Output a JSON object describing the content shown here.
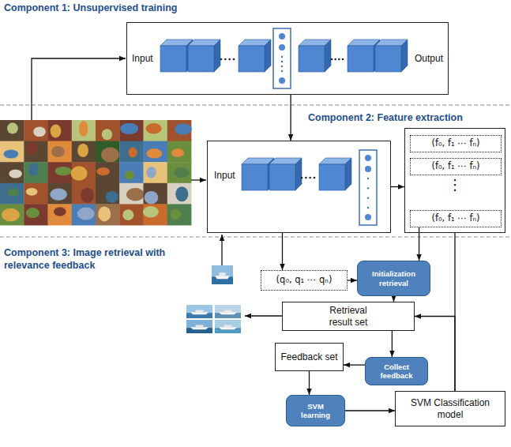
{
  "diagram": {
    "nodes": [
      {
        "text": [
          "Input",
          "Output"
        ]
      },
      {
        "text": [
          "Input"
        ]
      },
      {
        "text": [
          "⋮"
        ]
      },
      {
        "text": [
          "(f₀, f₁ ⋯ fₙ)"
        ],
        "in": 2
      },
      {
        "text": [
          "(f₀, f₁ ⋯ fₙ)"
        ],
        "in": 2
      },
      {
        "text": [
          "(f₀, f₁ ⋯ fₙ)"
        ],
        "in": 2
      },
      {
        "text": [
          "(q₀, q₁ ⋯ qₙ)"
        ]
      },
      {
        "text": [
          "Initialization retrieval"
        ]
      },
      {
        "text": [
          "Retrieval result set"
        ]
      },
      {
        "text": [
          "Feedback set"
        ]
      },
      {
        "text": [
          "Collect feedback"
        ]
      },
      {
        "text": [
          "SVM learning"
        ]
      },
      {
        "text": [
          "SVM Classification model"
        ]
      }
    ],
    "edges": [
      {
        "from": 0,
        "to": 1,
        "arrow": "to"
      },
      {
        "from": 1,
        "to": 6,
        "arrow": "to"
      },
      {
        "from": 1,
        "to": 2,
        "arrow": "to"
      },
      {
        "from": 5,
        "to": 7,
        "arrow": "to"
      },
      {
        "from": 6,
        "to": 7,
        "arrow": "to"
      },
      {
        "from": 7,
        "to": 8,
        "arrow": "to"
      },
      {
        "from": 12,
        "to": 8,
        "arrow": "to"
      },
      {
        "from": 2,
        "to": 12,
        "arrow": "none"
      },
      {
        "from": 8,
        "to": 10,
        "arrow": "to"
      },
      {
        "from": 10,
        "to": 9,
        "arrow": "to"
      },
      {
        "from": 9,
        "to": 11,
        "arrow": "to"
      },
      {
        "from": 11,
        "to": 12,
        "arrow": "to"
      }
    ],
    "labels": [
      "Component 1: Unsupervised training",
      "Component 2: Feature extraction",
      "Component 3: Image retrieval with relevance feedback"
    ]
  }
}
